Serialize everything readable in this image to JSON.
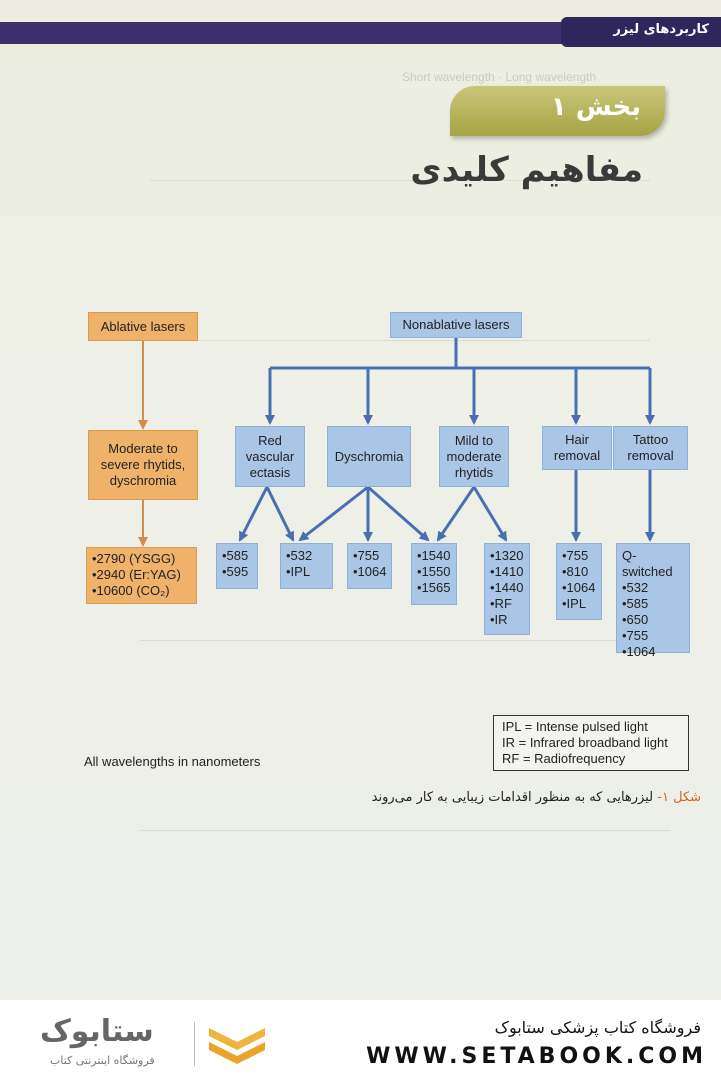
{
  "header": {
    "running_title": "کاربردهای لیزر"
  },
  "section": {
    "label": "بخش ۱",
    "title": "مفاهیم کلیدی"
  },
  "diagram": {
    "ablative": {
      "root": "Ablative lasers",
      "condition": "Moderate to\nsevere rhytids,\ndyschromia",
      "wavelengths": "•2790 (YSGG)\n•2940 (Er:YAG)\n•10600 (CO₂)"
    },
    "nonablative": {
      "root": "Nonablative lasers",
      "categories": [
        "Red\nvascular\nectasis",
        "Dyschromia",
        "Mild to\nmoderate\nrhytids",
        "Hair\nremoval",
        "Tattoo\nremoval"
      ],
      "wavelength_lists": [
        "•585\n•595",
        "•532\n•IPL",
        "•755\n•1064",
        "•1540\n•1550\n•1565",
        "•1320\n•1410\n•1440\n•RF\n•IR",
        "•755\n•810\n•1064\n•IPL",
        "Q-switched\n•532\n•585\n•650\n•755\n•1064"
      ]
    },
    "legend": [
      "IPL = Intense pulsed light",
      "IR = Infrared broadband light",
      "RF = Radiofrequency"
    ],
    "note": "All wavelengths in nanometers"
  },
  "caption": {
    "number": "شکل ۱-",
    "text": "لیزرهایی که به منظور اقدامات زیبایی به کار می‌روند"
  },
  "footer": {
    "store_name": "فروشگاه کتاب پزشکی ستابوک",
    "url": "WWW.SETABOOK.COM",
    "logo_word": "ستابوک",
    "logo_tagline": "فروشگاه اینترنتی کتاب"
  },
  "colors": {
    "accent_purple": "#3b2f6d",
    "pill_olive": "#b5b35a",
    "box_blue": "#a9c6e6",
    "box_orange": "#efb26b",
    "arrow_blue": "#4a6fb0",
    "arrow_orange": "#d98a4a"
  }
}
